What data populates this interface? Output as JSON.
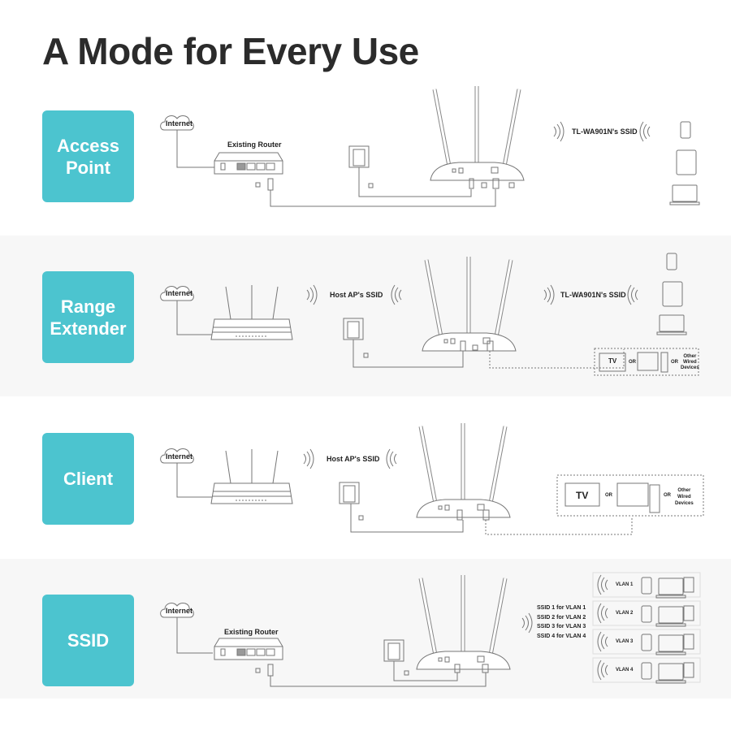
{
  "title": "A Mode for Every Use",
  "colors": {
    "badge": "#4cc4cf",
    "band_gray": "#f7f7f7",
    "line": "#888888"
  },
  "modes": [
    {
      "name": "Access Point",
      "name_line1": "Access",
      "name_line2": "Point",
      "internet": "Internet",
      "router_label": "Existing Router",
      "ssid_label": "TL-WA901N's SSID",
      "clients": [
        "phone-icon",
        "tablet-icon",
        "laptop-icon"
      ]
    },
    {
      "name": "Range Extender",
      "name_line1": "Range",
      "name_line2": "Extender",
      "internet": "Internet",
      "host_ssid": "Host AP's SSID",
      "ssid_label": "TL-WA901N's SSID",
      "clients": [
        "phone-icon",
        "tablet-icon",
        "laptop-icon"
      ],
      "wired": {
        "tv": "TV",
        "or1": "OR",
        "or2": "OR",
        "other": "Other Wired Devices",
        "other_l1": "Other",
        "other_l2": "Wired",
        "other_l3": "Devices"
      }
    },
    {
      "name": "Client",
      "name_line1": "Client",
      "internet": "Internet",
      "host_ssid": "Host AP's SSID",
      "wired": {
        "tv": "TV",
        "or1": "OR",
        "or2": "OR",
        "other": "Other Wired Devices",
        "other_l1": "Other",
        "other_l2": "Wired",
        "other_l3": "Devices"
      }
    },
    {
      "name": "SSID",
      "name_line1": "SSID",
      "internet": "Internet",
      "router_label": "Existing Router",
      "ssids": [
        "SSID 1 for VLAN 1",
        "SSID 2 for VLAN 2",
        "SSID 3 for VLAN 3",
        "SSID 4 for VLAN 4"
      ],
      "vlans": [
        "VLAN 1",
        "VLAN 2",
        "VLAN 3",
        "VLAN 4"
      ]
    }
  ]
}
